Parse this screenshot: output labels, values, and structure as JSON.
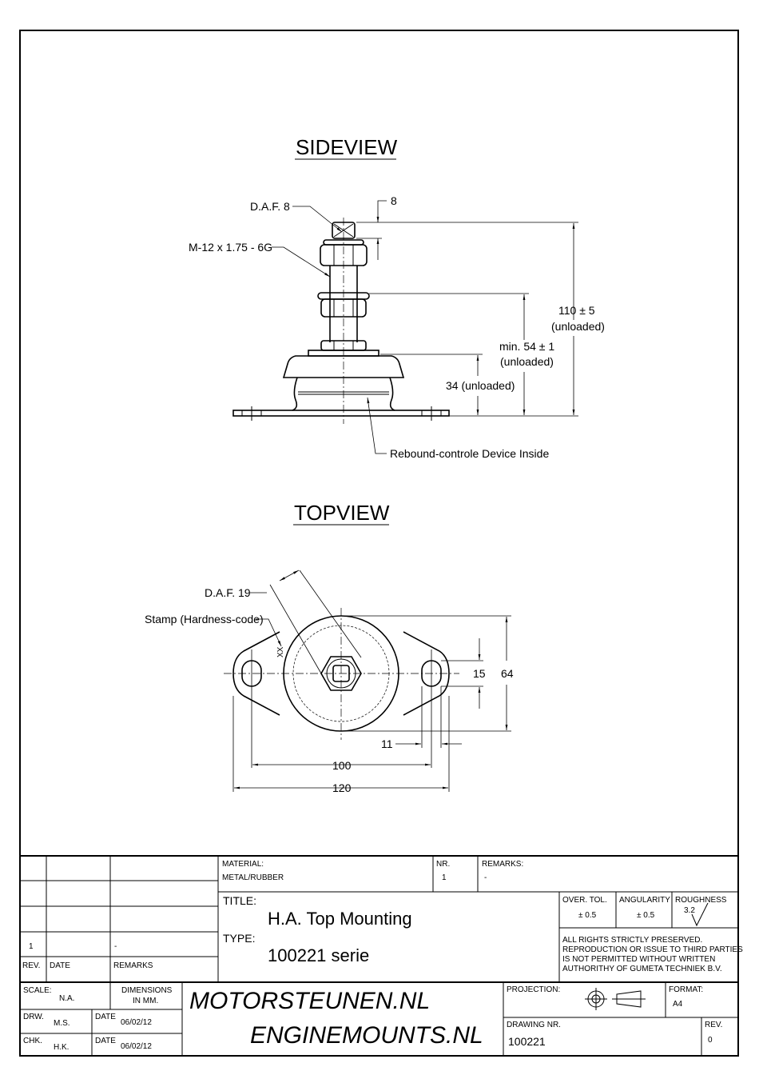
{
  "sideview": {
    "heading": "SIDEVIEW",
    "daf_label": "D.A.F. 8",
    "thread_label": "M-12 x 1.75 - 6G",
    "dim_top": "8",
    "dim_overall": "110 ± 5",
    "dim_overall_note": "(unloaded)",
    "dim_min": "min. 54 ± 1",
    "dim_min_note": "(unloaded)",
    "dim_base": "34 (unloaded)",
    "rebound_label": "Rebound-controle Device Inside"
  },
  "topview": {
    "heading": "TOPVIEW",
    "daf_label": "D.A.F. 19",
    "stamp_label": "Stamp (Hardness-code)",
    "stamp_code": "XX",
    "dim_slot": "15",
    "dim_height": "64",
    "dim_slot_width": "11",
    "dim_hole_spacing": "100",
    "dim_length": "120"
  },
  "titleblock": {
    "rev_row": {
      "rev": "1",
      "date": "",
      "remarks": "-"
    },
    "rev_header": {
      "rev": "REV.",
      "date": "DATE",
      "remarks": "REMARKS"
    },
    "material_label": "MATERIAL:",
    "material": "METAL/RUBBER",
    "nr_label": "NR.",
    "nr": "1",
    "remarks_label": "REMARKS:",
    "remarks": "-",
    "title_label": "TITLE:",
    "title": "H.A. Top Mounting",
    "type_label": "TYPE:",
    "type": "100221 serie",
    "over_tol_label": "OVER. TOL.",
    "over_tol": "± 0.5",
    "angularity_label": "ANGULARITY",
    "angularity": "± 0.5",
    "roughness_label": "ROUGHNESS",
    "roughness": "3.2",
    "rights": [
      "ALL RIGHTS STRICTLY PRESERVED.",
      "REPRODUCTION OR ISSUE TO THIRD PARTIES",
      "IS NOT PERMITTED WITHOUT WRITTEN",
      "AUTHORITHY OF GUMETA TECHNIEK B.V."
    ],
    "scale_label": "SCALE:",
    "scale": "N.A.",
    "dimensions_label_1": "DIMENSIONS",
    "dimensions_label_2": "IN MM.",
    "drw_label": "DRW.",
    "drw": "M.S.",
    "chk_label": "CHK.",
    "chk": "H.K.",
    "date_label": "DATE",
    "drw_date": "06/02/12",
    "chk_date": "06/02/12",
    "brand_1": "MOTORSTEUNEN.NL",
    "brand_2": "ENGINEMOUNTS.NL",
    "projection_label": "PROJECTION:",
    "format_label": "FORMAT:",
    "format": "A4",
    "drawing_nr_label": "DRAWING NR.",
    "drawing_nr": "100221",
    "rev_label": "REV.",
    "rev": "0"
  }
}
